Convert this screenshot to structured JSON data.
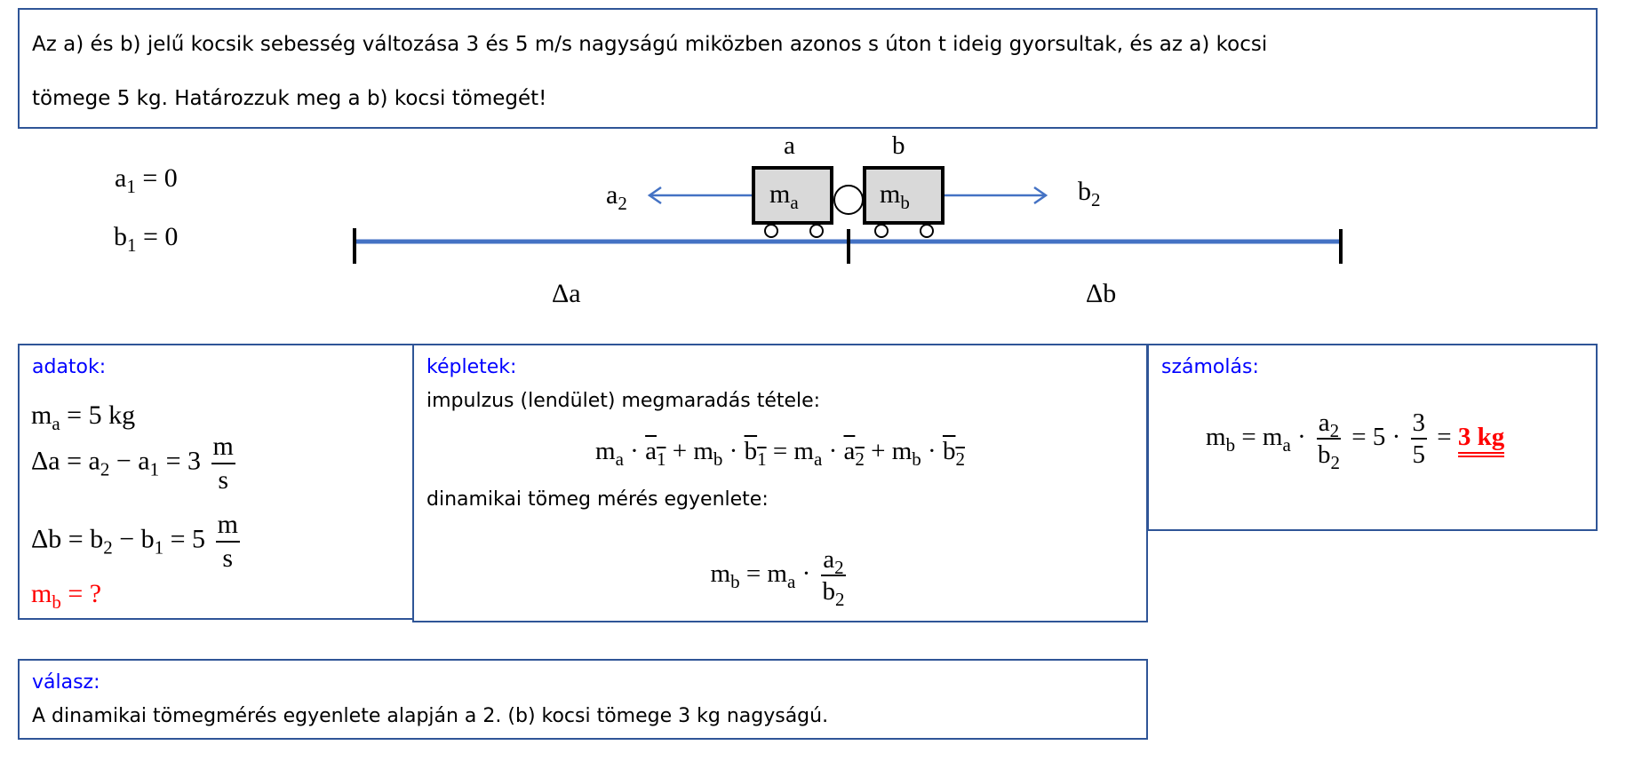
{
  "problem": {
    "line1": "Az a) és b) jelű kocsik sebesség változása 3 és 5 m/s nagyságú miközben azonos s úton t ideig gyorsultak, és az a) kocsi",
    "line2": "tömege 5 kg. Határozzuk meg a b) kocsi tömegét!"
  },
  "diagram": {
    "initial": [
      {
        "symbol": "a",
        "sub": "1",
        "rest": " = 0"
      },
      {
        "symbol": "b",
        "sub": "1",
        "rest": " = 0"
      }
    ],
    "cart_a": {
      "label": "a",
      "mass_symbol": "m",
      "mass_sub": "a"
    },
    "cart_b": {
      "label": "b",
      "mass_symbol": "m",
      "mass_sub": "b"
    },
    "arrow_a": {
      "symbol": "a",
      "sub": "2",
      "direction": "left"
    },
    "arrow_b": {
      "symbol": "b",
      "sub": "2",
      "direction": "right"
    },
    "segment_left": "Δa",
    "segment_right": "Δb",
    "colors": {
      "track": "#4472C4",
      "cart_fill": "#D9D9D9",
      "border": "#2F5597"
    }
  },
  "adatok": {
    "heading": "adatok:",
    "ma": {
      "lhs": "m",
      "sub": "a",
      "rhs": " = 5 kg"
    },
    "da": {
      "lhs": "Δa = a",
      "s1": "2",
      "mid": " − a",
      "s2": "1",
      "rhs": " = 3 ",
      "num": "m",
      "den": "s"
    },
    "db": {
      "lhs": "Δb = b",
      "s1": "2",
      "mid": " − b",
      "s2": "1",
      "rhs": " = 5 ",
      "num": "m",
      "den": "s"
    },
    "unknown": {
      "lhs": "m",
      "sub": "b",
      "rhs": " = ?"
    }
  },
  "kepletek": {
    "heading": "képletek:",
    "impulse_title": "impulzus (lendület) megmaradás tétele:",
    "impulse_eq": {
      "p1": "m",
      "p1s": "a",
      "p2": " · ",
      "v1": "a",
      "v1s": "1",
      "p3": " + m",
      "p3s": "b",
      "p4": " · ",
      "v2": "b",
      "v2s": "1",
      "eq": " = m",
      "eqs": "a",
      "p5": " · ",
      "v3": "a",
      "v3s": "2",
      "p6": " + m",
      "p6s": "b",
      "p7": " · ",
      "v4": "b",
      "v4s": "2"
    },
    "dyn_title": "dinamikai tömeg mérés egyenlete:",
    "dyn_eq": {
      "lhs": "m",
      "lhs_sub": "b",
      "mid": " = m",
      "mid_sub": "a",
      "dot": " · ",
      "num": "a",
      "num_sub": "2",
      "den": "b",
      "den_sub": "2"
    }
  },
  "szamolas": {
    "heading": "számolás:",
    "eq": {
      "lhs": "m",
      "lhs_sub": "b",
      "mid": " = m",
      "mid_sub": "a",
      "dot": " · ",
      "f1_num": "a",
      "f1_num_sub": "2",
      "f1_den": "b",
      "f1_den_sub": "2",
      "eq2": " = 5 · ",
      "f2_num": "3",
      "f2_den": "5",
      "eq3": " = ",
      "result": "3 kg"
    }
  },
  "valasz": {
    "heading": "válasz:",
    "text": "A dinamikai tömegmérés egyenlete alapján a 2. (b) kocsi tömege 3 kg nagyságú."
  }
}
